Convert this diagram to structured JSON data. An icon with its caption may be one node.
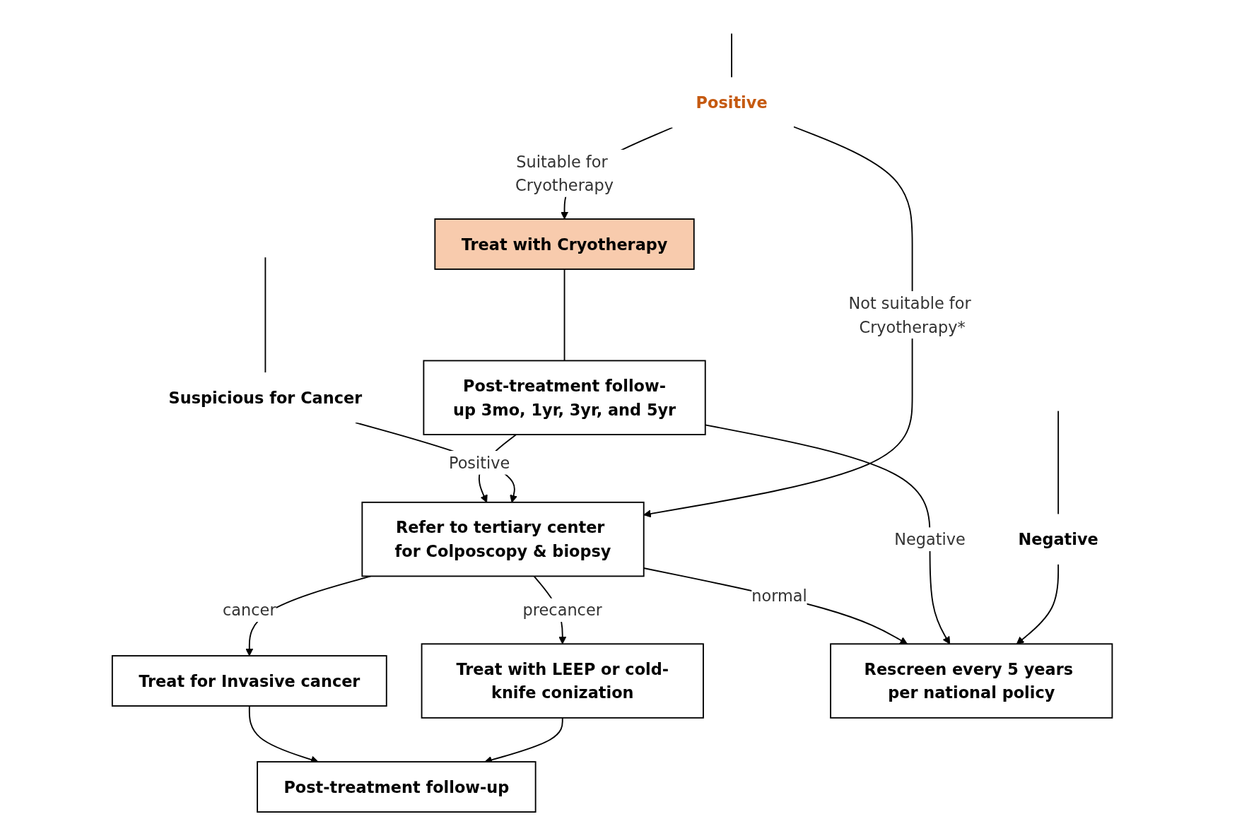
{
  "diagram": {
    "nodes": [
      {
        "text": [
          "Negative"
        ]
      },
      {
        "text": [
          "Positive"
        ]
      },
      {
        "text": [
          "Suspicious for Cancer"
        ]
      },
      {
        "text": [
          "Treat with Cryotherapy"
        ]
      },
      {
        "text": [
          "Post-treatment follow-up 3mo, 1yr, 3yr, and 5yr"
        ]
      },
      {
        "text": [
          "Refer to tertiary center for Colposcopy & biopsy"
        ]
      },
      {
        "text": [
          "Treat with LEEP or cold-knife conization"
        ]
      },
      {
        "text": [
          "Treat for Invasive cancer"
        ]
      },
      {
        "text": [
          "Post-treatment follow-up"
        ]
      },
      {
        "text": [
          "Rescreen every 5 years per national policy"
        ]
      }
    ],
    "edges": [
      {
        "from": null,
        "to": 0,
        "arrow": "none"
      },
      {
        "from": null,
        "to": 1,
        "arrow": "none"
      },
      {
        "from": null,
        "to": 2,
        "arrow": "none"
      },
      {
        "from": 0,
        "to": 9,
        "arrow": "to"
      },
      {
        "from": 1,
        "to": 3,
        "arrow": "to",
        "label": "Suitable for Cryotherapy"
      },
      {
        "from": 1,
        "to": 5,
        "arrow": "to",
        "label": "Not suitable for Cryotherapy*"
      },
      {
        "from": 2,
        "to": 5,
        "arrow": "to"
      },
      {
        "from": 3,
        "to": 4,
        "arrow": "none"
      },
      {
        "from": 4,
        "to": 5,
        "arrow": "to",
        "label": "Positive"
      },
      {
        "from": 4,
        "to": 9,
        "arrow": "to",
        "label": "Negative"
      },
      {
        "from": 5,
        "to": 6,
        "arrow": "to",
        "label": "precancer"
      },
      {
        "from": 5,
        "to": 7,
        "arrow": "to",
        "label": "cancer"
      },
      {
        "from": 5,
        "to": 9,
        "arrow": "to",
        "label": "normal"
      },
      {
        "from": 6,
        "to": 8,
        "arrow": "to"
      },
      {
        "from": 7,
        "to": 8,
        "arrow": "to"
      }
    ]
  }
}
